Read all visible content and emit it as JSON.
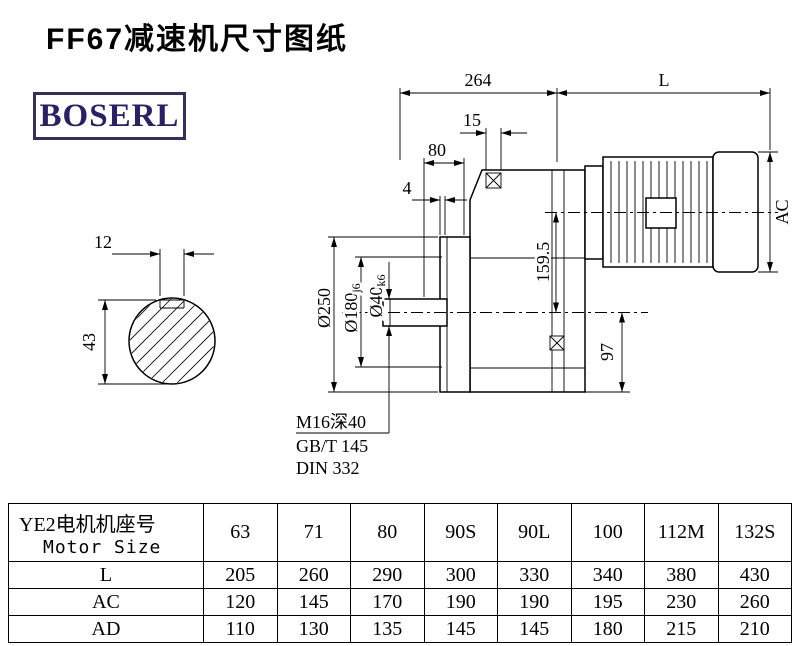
{
  "title": "FF67减速机尺寸图纸",
  "brand": {
    "name": "BOSERL",
    "color": "#2a2260"
  },
  "drawing": {
    "dims": {
      "top_length": "264",
      "motor_length": "L",
      "plug_width": "15",
      "shaft_length": "80",
      "flange_gap": "4",
      "motor_diameter": "AC",
      "axis_height": "159.5",
      "foot_height": "97",
      "key_width": "12",
      "key_height": "43"
    },
    "diameters": {
      "flange": "Ø250",
      "spigot": "Ø180",
      "spigot_fit": "j6",
      "shaft": "Ø40",
      "shaft_fit": "k6"
    },
    "notes": [
      "M16深40",
      "GB/T 145",
      "DIN 332"
    ]
  },
  "table": {
    "header": {
      "line1": "YE2电机机座号",
      "line2": "Motor Size"
    },
    "columns": [
      "63",
      "71",
      "80",
      "90S",
      "90L",
      "100",
      "112M",
      "132S"
    ],
    "rows": [
      {
        "label": "L",
        "values": [
          "205",
          "260",
          "290",
          "300",
          "330",
          "340",
          "380",
          "430"
        ]
      },
      {
        "label": "AC",
        "values": [
          "120",
          "145",
          "170",
          "190",
          "190",
          "195",
          "230",
          "260"
        ]
      },
      {
        "label": "AD",
        "values": [
          "110",
          "130",
          "135",
          "145",
          "145",
          "180",
          "215",
          "210"
        ]
      }
    ]
  }
}
